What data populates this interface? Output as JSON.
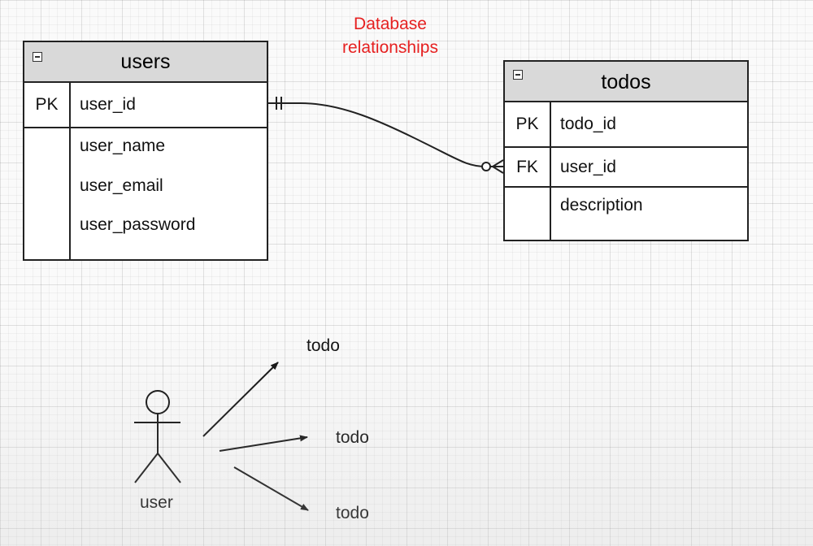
{
  "diagram": {
    "title_lines": [
      "Database",
      "relationships"
    ],
    "colors": {
      "title": "#e62020",
      "line": "#222222",
      "header_fill": "#d9d9d9",
      "grid_background": "#fafafa"
    }
  },
  "entities": {
    "users": {
      "name": "users",
      "primary_key": {
        "marker": "PK",
        "field": "user_id"
      },
      "attributes": [
        "user_name",
        "user_email",
        "user_password"
      ]
    },
    "todos": {
      "name": "todos",
      "primary_key": {
        "marker": "PK",
        "field": "todo_id"
      },
      "foreign_key": {
        "marker": "FK",
        "field": "user_id"
      },
      "attributes": [
        "description"
      ]
    }
  },
  "relationship": {
    "from": "users.user_id",
    "to": "todos.user_id",
    "from_cardinality": "exactly-one",
    "to_cardinality": "zero-or-many"
  },
  "illustration": {
    "actor_label": "user",
    "targets": [
      "todo",
      "todo",
      "todo"
    ],
    "icon": "stick-figure-icon"
  }
}
